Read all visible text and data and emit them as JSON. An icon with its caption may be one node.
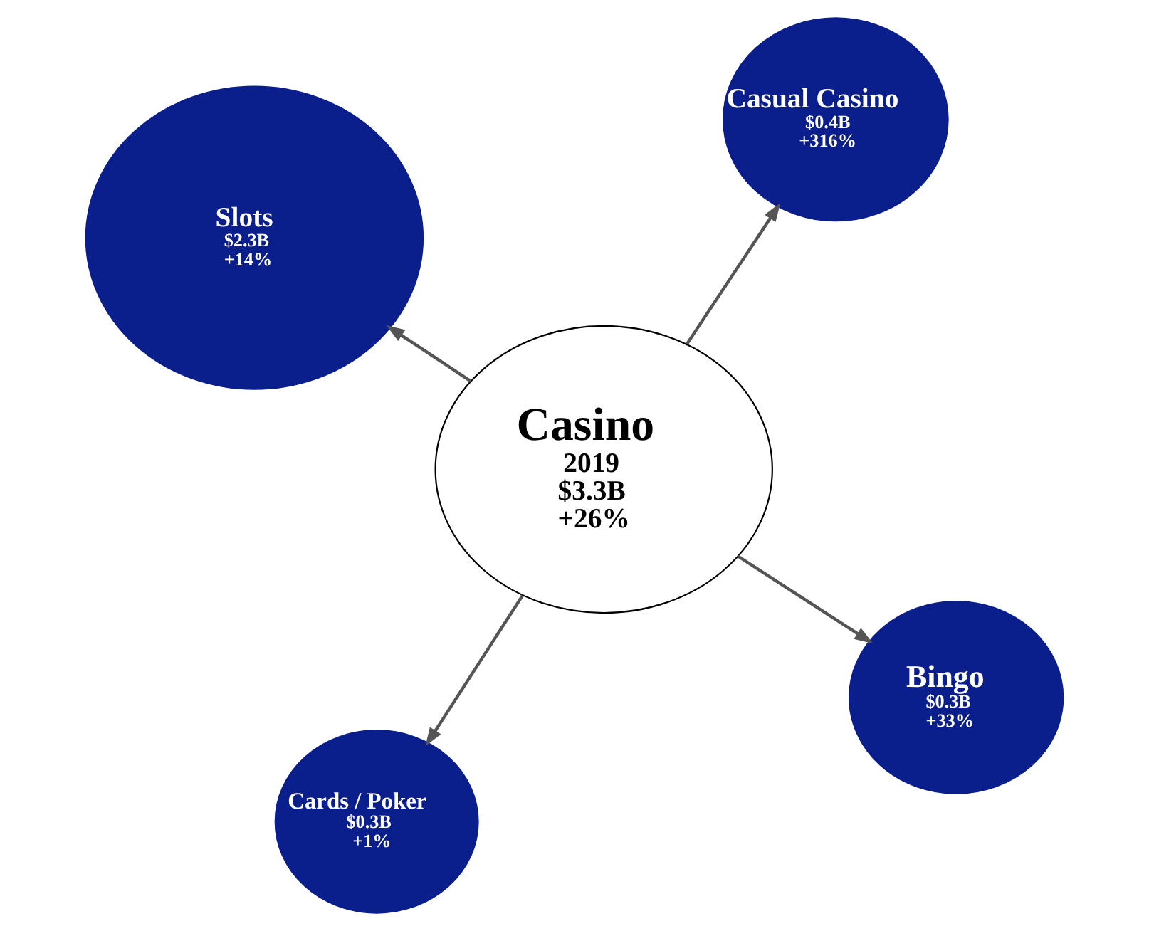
{
  "diagram": {
    "nodes": [
      {
        "text": [
          "Casino",
          "2019",
          "$3.3B",
          "+26%"
        ]
      },
      {
        "text": [
          "Bingo",
          "$0.3B",
          "+33%"
        ]
      },
      {
        "text": [
          "Cards / Poker",
          "$0.3B",
          "+1%"
        ]
      },
      {
        "text": [
          "Slots",
          "$2.3B",
          "+14%"
        ]
      },
      {
        "text": [
          "Casual Casino",
          "$0.4B",
          "+316%"
        ]
      }
    ],
    "edges": [
      {
        "from": 0,
        "to": 1,
        "arrow": "to"
      },
      {
        "from": 0,
        "to": 2,
        "arrow": "to"
      },
      {
        "from": 0,
        "to": 3,
        "arrow": "to"
      },
      {
        "from": 0,
        "to": 4,
        "arrow": "to"
      }
    ]
  }
}
